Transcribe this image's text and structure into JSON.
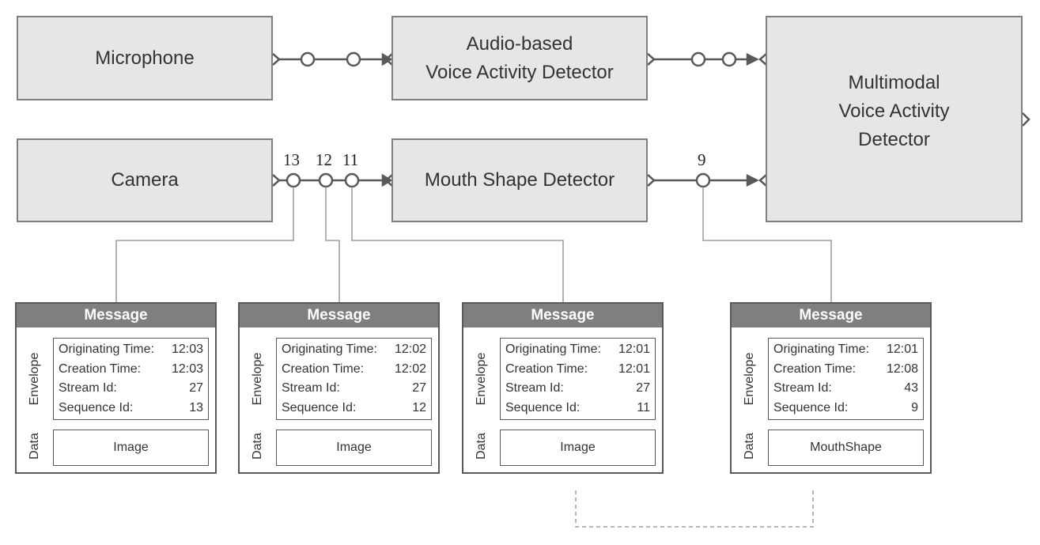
{
  "components": {
    "microphone": "Microphone",
    "audio_vad": [
      "Audio-based",
      "Voice Activity Detector"
    ],
    "camera": "Camera",
    "mouth_shape": "Mouth Shape Detector",
    "multimodal_vad": [
      "Multimodal",
      "Voice Activity",
      "Detector"
    ]
  },
  "sequence_labels": [
    "13",
    "12",
    "11",
    "9"
  ],
  "envelope_fields": {
    "originating_time": "Originating Time:",
    "creation_time": "Creation Time:",
    "stream_id": "Stream Id:",
    "sequence_id": "Sequence Id:"
  },
  "side_labels": {
    "envelope": "Envelope",
    "data": "Data"
  },
  "messages": [
    {
      "title": "Message",
      "originating_time": "12:03",
      "creation_time": "12:03",
      "stream_id": "27",
      "sequence_id": "13",
      "data": "Image"
    },
    {
      "title": "Message",
      "originating_time": "12:02",
      "creation_time": "12:02",
      "stream_id": "27",
      "sequence_id": "12",
      "data": "Image"
    },
    {
      "title": "Message",
      "originating_time": "12:01",
      "creation_time": "12:01",
      "stream_id": "27",
      "sequence_id": "11",
      "data": "Image"
    },
    {
      "title": "Message",
      "originating_time": "12:01",
      "creation_time": "12:08",
      "stream_id": "43",
      "sequence_id": "9",
      "data": "MouthShape"
    }
  ],
  "colors": {
    "box_fill": "#e6e6e6",
    "box_border": "#7f7f7f",
    "header_fill": "#7f7f7f",
    "wire": "#595959"
  }
}
